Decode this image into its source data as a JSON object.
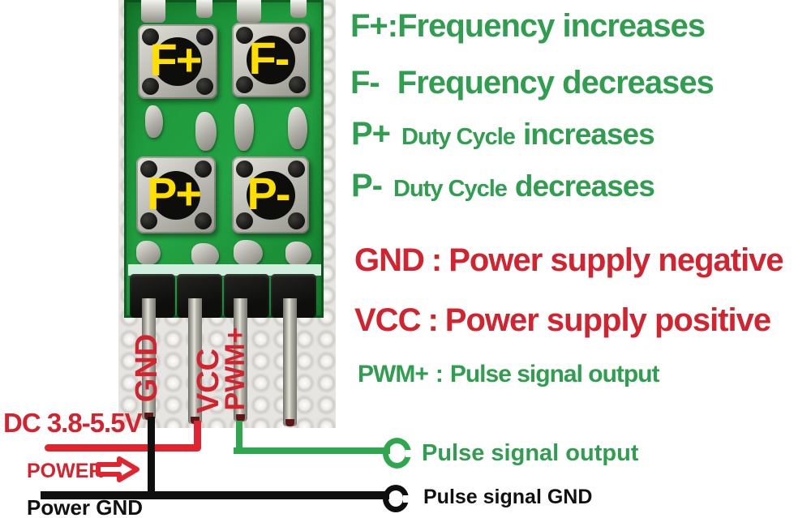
{
  "colors": {
    "green_text": "#2f9e4f",
    "red_text": "#d2232f",
    "wire_red": "#e02430",
    "wire_green": "#2ea84f",
    "wire_black": "#0f0f0f",
    "button_label_yellow": "#ffdf00",
    "pcb_green": "#1f9a3d"
  },
  "pcb": {
    "buttons": [
      {
        "label": "F+"
      },
      {
        "label": "F-"
      },
      {
        "label": "P+"
      },
      {
        "label": "P-"
      }
    ],
    "pin_labels": [
      {
        "label": "GND"
      },
      {
        "label": "VCC"
      },
      {
        "label": "PWM+"
      }
    ]
  },
  "right_panel": {
    "lines": [
      {
        "prefix": "F+:",
        "body": "Frequency increases"
      },
      {
        "prefix": "F-",
        "body": "Frequency decreases"
      },
      {
        "prefix": "P+",
        "mid": "Duty Cycle",
        "body": "increases"
      },
      {
        "prefix": "P-",
        "mid": "Duty Cycle",
        "body": "decreases"
      },
      {
        "prefix": "GND",
        "sep": ":",
        "body": "Power supply negative"
      },
      {
        "prefix": "VCC",
        "sep": ":",
        "body": "Power supply positive"
      },
      {
        "prefix": "PWM+",
        "sep": ":",
        "body": "Pulse signal output"
      }
    ]
  },
  "bottom": {
    "voltage_label": "DC 3.8-5.5V",
    "power_label": "POWER",
    "power_gnd_label": "Power GND",
    "pulse_output_label": "Pulse signal output",
    "pulse_gnd_label": "Pulse signal GND"
  }
}
